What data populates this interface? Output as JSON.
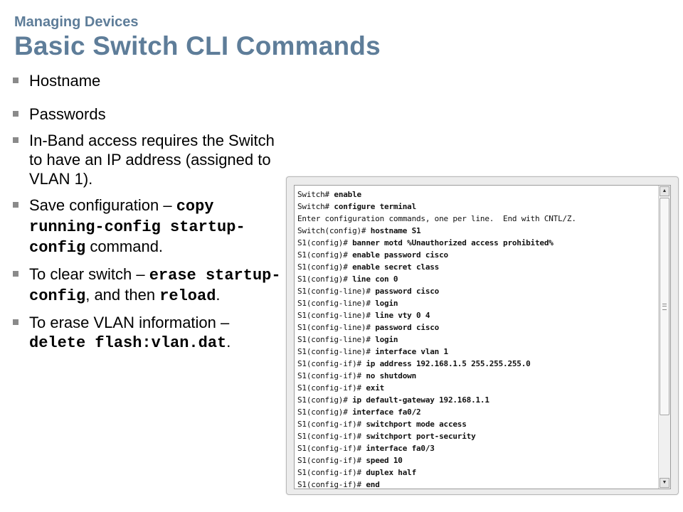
{
  "header": {
    "section": "Managing Devices",
    "title": "Basic Switch CLI Commands"
  },
  "bullets": [
    {
      "parts": [
        {
          "text": "Hostname",
          "mono": false
        }
      ]
    },
    {
      "parts": [
        {
          "text": "Passwords",
          "mono": false
        }
      ]
    },
    {
      "parts": [
        {
          "text": "In-Band access requires the Switch to have an IP address (assigned to VLAN 1).",
          "mono": false
        }
      ]
    },
    {
      "parts": [
        {
          "text": "Save configuration – ",
          "mono": false
        },
        {
          "text": "copy running-config startup-config",
          "mono": true
        },
        {
          "text": " command.",
          "mono": false
        }
      ]
    },
    {
      "parts": [
        {
          "text": "To clear switch – ",
          "mono": false
        },
        {
          "text": "erase startup-config",
          "mono": true
        },
        {
          "text": ", and then ",
          "mono": false
        },
        {
          "text": "reload",
          "mono": true
        },
        {
          "text": ".",
          "mono": false
        }
      ]
    },
    {
      "parts": [
        {
          "text": "To erase VLAN information – ",
          "mono": false
        },
        {
          "text": "delete flash:vlan.dat",
          "mono": true
        },
        {
          "text": ".",
          "mono": false
        }
      ]
    }
  ],
  "terminal": {
    "scroll_up_glyph": "▲",
    "scroll_down_glyph": "▼",
    "lines": [
      {
        "prompt": "Switch#",
        "cmd": " enable"
      },
      {
        "prompt": "Switch#",
        "cmd": " configure terminal"
      },
      {
        "prompt": "Enter configuration commands, one per line.  End with CNTL/Z.",
        "cmd": ""
      },
      {
        "prompt": "Switch(config)#",
        "cmd": " hostname S1"
      },
      {
        "prompt": "S1(config)#",
        "cmd": " banner motd %Unauthorized access prohibited%"
      },
      {
        "prompt": "S1(config)#",
        "cmd": " enable password cisco"
      },
      {
        "prompt": "S1(config)#",
        "cmd": " enable secret class"
      },
      {
        "prompt": "S1(config)#",
        "cmd": " line con 0"
      },
      {
        "prompt": "S1(config-line)#",
        "cmd": " password cisco"
      },
      {
        "prompt": "S1(config-line)#",
        "cmd": " login"
      },
      {
        "prompt": "S1(config-line)#",
        "cmd": " line vty 0 4"
      },
      {
        "prompt": "S1(config-line)#",
        "cmd": " password cisco"
      },
      {
        "prompt": "S1(config-line)#",
        "cmd": " login"
      },
      {
        "prompt": "S1(config-line)#",
        "cmd": " interface vlan 1"
      },
      {
        "prompt": "S1(config-if)#",
        "cmd": " ip address 192.168.1.5 255.255.255.0"
      },
      {
        "prompt": "S1(config-if)#",
        "cmd": " no shutdown"
      },
      {
        "prompt": "S1(config-if)#",
        "cmd": " exit"
      },
      {
        "prompt": "S1(config)#",
        "cmd": " ip default-gateway 192.168.1.1"
      },
      {
        "prompt": "S1(config)#",
        "cmd": " interface fa0/2"
      },
      {
        "prompt": "S1(config-if)#",
        "cmd": " switchport mode access"
      },
      {
        "prompt": "S1(config-if)#",
        "cmd": " switchport port-security"
      },
      {
        "prompt": "S1(config-if)#",
        "cmd": " interface fa0/3"
      },
      {
        "prompt": "S1(config-if)#",
        "cmd": " speed 10"
      },
      {
        "prompt": "S1(config-if)#",
        "cmd": " duplex half"
      },
      {
        "prompt": "S1(config-if)#",
        "cmd": " end"
      }
    ]
  }
}
